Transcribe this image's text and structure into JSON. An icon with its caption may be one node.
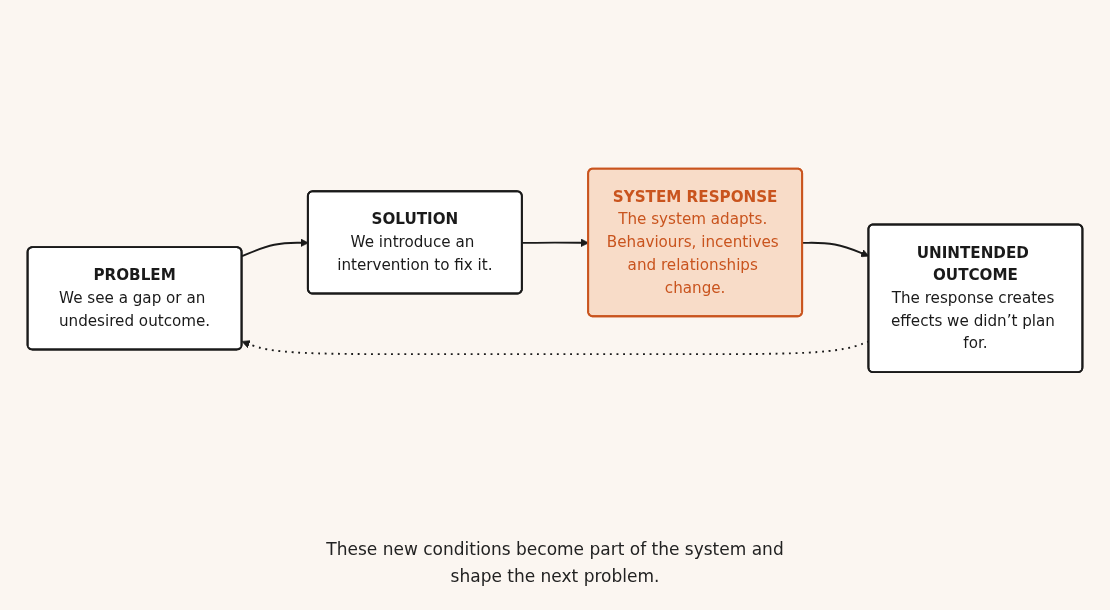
{
  "diagram": {
    "caption": "These new conditions become part of the system and shape the next problem.",
    "nodes": [
      {
        "text": [
          "PROBLEM",
          "We see a gap or an undesired outcome."
        ]
      },
      {
        "text": [
          "SOLUTION",
          "We introduce an intervention to fix it."
        ]
      },
      {
        "text": [
          "SYSTEM RESPONSE",
          "The system adapts. Behaviours, incentives and relationships change."
        ]
      },
      {
        "text": [
          "UNINTENDED OUTCOME",
          "The response creates effects we didn’t plan for."
        ]
      }
    ],
    "edges": [
      {
        "from": 0,
        "to": 1,
        "arrow": "to"
      },
      {
        "from": 1,
        "to": 2,
        "arrow": "to"
      },
      {
        "from": 2,
        "to": 3,
        "arrow": "to"
      },
      {
        "from": 3,
        "to": 0,
        "arrow": "to",
        "style": "dashed"
      }
    ]
  }
}
